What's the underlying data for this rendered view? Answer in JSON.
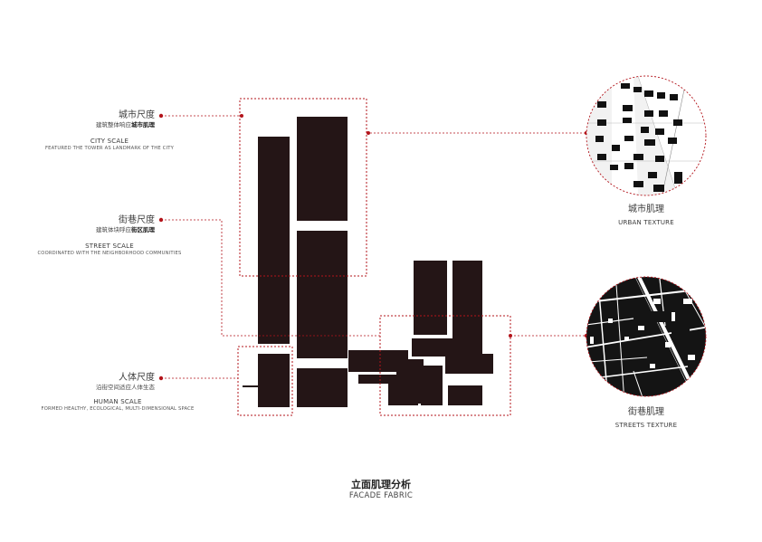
{
  "colors": {
    "accent": "#b3141b",
    "building": "#241516"
  },
  "icons": {
    "marker": "dot-marker-icon"
  },
  "labels": {
    "city": {
      "cn": "城市尺度",
      "cn_sub_pre": "建筑整体响应",
      "cn_sub_bold": "城市肌理",
      "en": "CITY SCALE",
      "en_sub": "FEATURED THE TOWER AS LANDMARK OF THE CITY"
    },
    "street": {
      "cn": "街巷尺度",
      "cn_sub_pre": "建筑体块呼应",
      "cn_sub_bold": "街区肌理",
      "en": "STREET SCALE",
      "en_sub": "COORDINATED WITH THE NEIGHBORHOOD COMMUNITIES"
    },
    "human": {
      "cn": "人体尺度",
      "cn_sub": "沿街空间适应人体生态",
      "en": "HUMAN SCALE",
      "en_sub": "FORMED HEALTHY, ECOLOGICAL, MULTI-DIMENSIONAL SPACE"
    }
  },
  "textures": {
    "urban": {
      "cn": "城市肌理",
      "en": "URBAN TEXTURE"
    },
    "streets": {
      "cn": "街巷肌理",
      "en": "STREETS TEXTURE"
    }
  },
  "title": {
    "cn": "立面肌理分析",
    "en": "FACADE FABRIC"
  }
}
